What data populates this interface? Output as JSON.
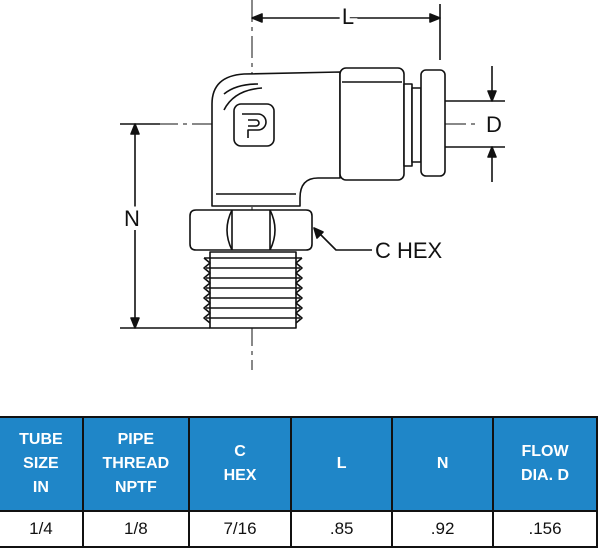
{
  "diagram": {
    "dim_labels": {
      "L": "L",
      "D": "D",
      "N": "N",
      "C_HEX": "C HEX"
    },
    "colors": {
      "line": "#111111",
      "body_fill": "#ffffff"
    }
  },
  "table": {
    "header_color": "#1f86c8",
    "headers": [
      "TUBE\nSIZE\nIN",
      "PIPE\nTHREAD\nNPTF",
      "C\nHEX",
      "L",
      "N",
      "FLOW\nDIA. D"
    ],
    "rows": [
      [
        "1/4",
        "1/8",
        "7/16",
        ".85",
        ".92",
        ".156"
      ]
    ]
  }
}
